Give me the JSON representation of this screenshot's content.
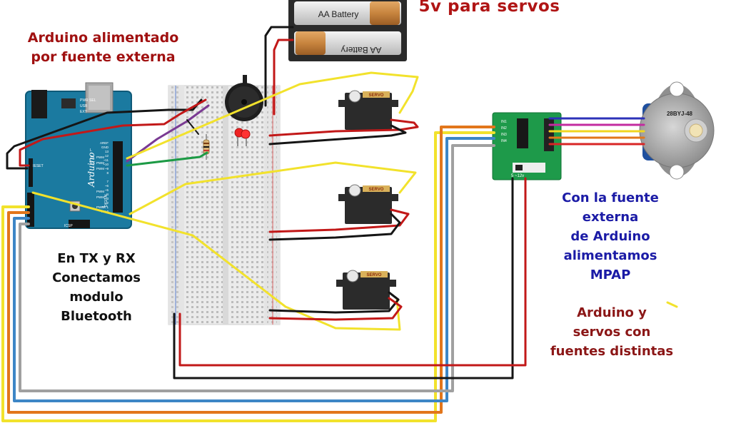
{
  "annotations": {
    "arduino_power": [
      "Arduino alimentado",
      "por fuente externa"
    ],
    "servo_power": "5v para servos",
    "bluetooth": [
      "En TX y RX",
      "Conectamos",
      "modulo",
      "Bluetooth"
    ],
    "motor_power": [
      "Con la fuente",
      "externa",
      "de Arduino",
      "alimentamos",
      "MPAP"
    ],
    "separate_sources": [
      "Arduino y",
      "servos con",
      "fuentes distintas"
    ]
  },
  "components": {
    "battery_labels": [
      "AA Battery",
      "AA Battery"
    ],
    "servo_label": "SERVO",
    "stepper_label": "28BYJ-48",
    "driver_label": "5 ~12v",
    "arduino_label": "Arduino",
    "arduino_pins_top": [
      "AREF",
      "GND",
      "13",
      "12",
      "~11",
      "~10",
      "~9",
      "8"
    ],
    "arduino_pins_bottom": [
      "7",
      "~6",
      "~5",
      "4",
      "~3",
      "2",
      "TX 1",
      "RX 0"
    ],
    "pwm_labels": [
      "PWM",
      "PWM",
      "PWM",
      "PWM",
      "PWM",
      "PWM"
    ],
    "driver_inputs": [
      "IN1",
      "IN2",
      "IN3",
      "IN4"
    ],
    "arduino_misc": [
      "PWR SEL",
      "USB",
      "EXT",
      "RESET",
      "ICSP",
      "L",
      "TX",
      "RX",
      "DIGITAL"
    ]
  },
  "colors": {
    "red_wire": "#c21818",
    "black_wire": "#151515",
    "yellow_wire": "#f2e22c",
    "purple_wire": "#7a3a93",
    "green_wire": "#1c9a45",
    "orange_wire": "#e2761b",
    "blue_wire": "#3d86c6",
    "gray_wire": "#a0a0a0",
    "arduino_board": "#1b7aa0",
    "driver_board": "#1e9a4a",
    "breadboard": "#e9e9e9",
    "servo_body": "#2b2b2b",
    "battery_orange": "#c88a45"
  }
}
